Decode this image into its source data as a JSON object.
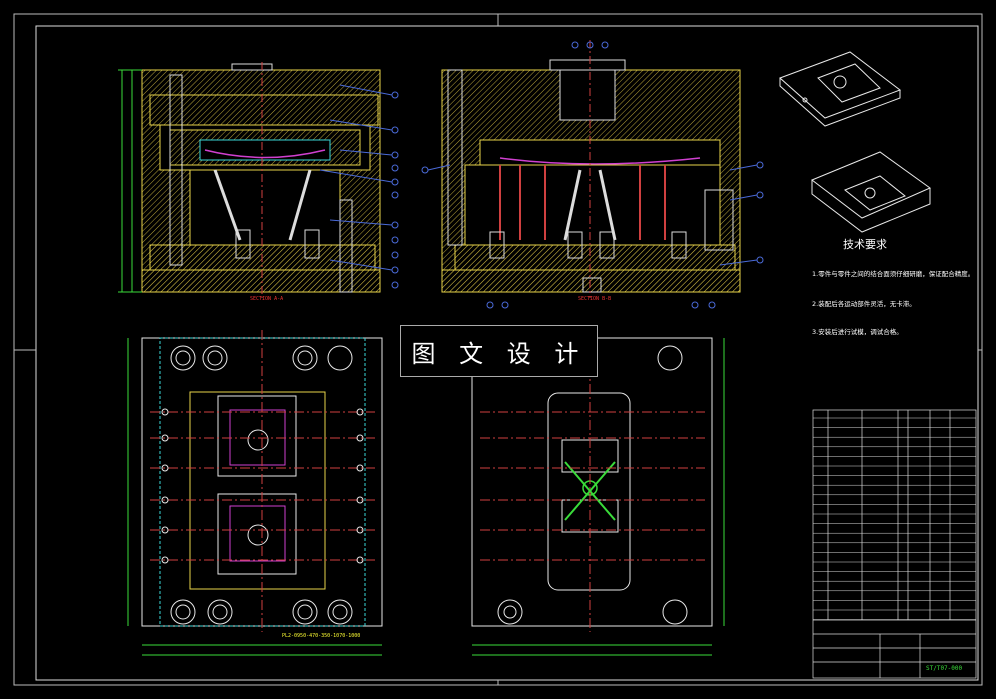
{
  "watermark": "图 文 设 计",
  "tech_title": "技术要求",
  "notes": [
    "1.零件与零件之间的结合面须仔细研磨，保证配合精度。",
    "2.装配后各运动部件灵活，无卡滞。",
    "3.安装后进行试模，调试合格。"
  ],
  "section_a": "SECTION A-A",
  "section_b": "SECTION B-B",
  "parting_code": "PL2-0950-470-350-1070-1000",
  "title_block_code": "ST/T07-000",
  "colors": {
    "frame": "#d0d0d0",
    "mold": "#e8d44a",
    "hatch": "#c8b43a",
    "bolt": "#d04040",
    "callout": "#4a6ad8",
    "dim": "#3adc3a",
    "cyan": "#3ad8d8",
    "magenta": "#d040d0",
    "white": "#e8e8e8"
  }
}
